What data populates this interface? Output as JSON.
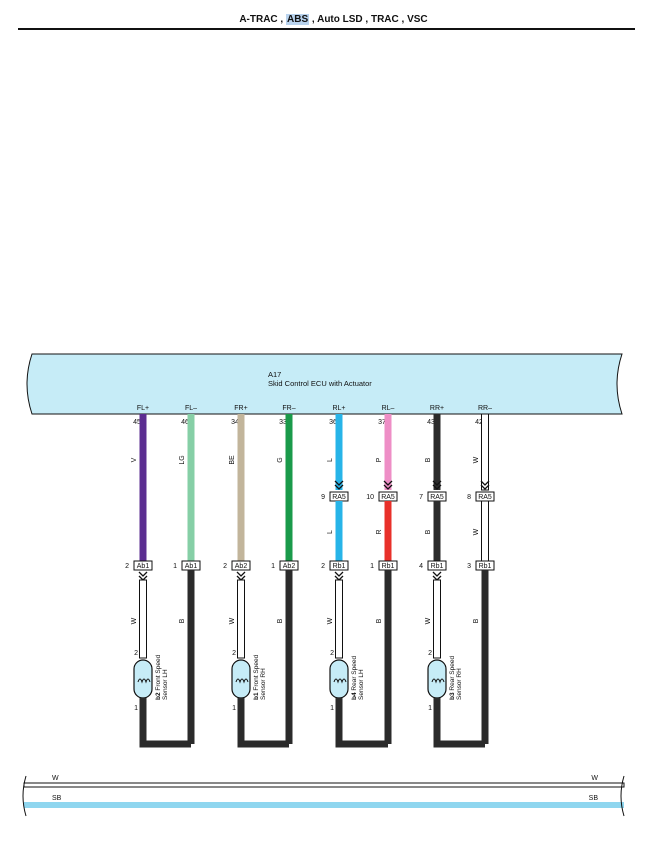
{
  "header": {
    "part1": "A-TRAC ,",
    "highlight": "ABS",
    "part2": ", Auto LSD , TRAC , VSC"
  },
  "ecu": {
    "code": "A17",
    "name": "Skid Control ECU with Actuator",
    "fill": "#c6ecf7"
  },
  "channels": [
    {
      "terminal": "FL+",
      "pin": "45",
      "wire_top": "V",
      "top_color": "#5b2d91",
      "joint": null,
      "conn": "Ab1",
      "conn_pin": "2",
      "wire_bot": "W",
      "bot_color": "#ffffff"
    },
    {
      "terminal": "FL–",
      "pin": "46",
      "wire_top": "LG",
      "top_color": "#86cfa6",
      "joint": null,
      "conn": "Ab1",
      "conn_pin": "1",
      "wire_bot": "B",
      "bot_color": "#2b2b2b"
    },
    {
      "terminal": "FR+",
      "pin": "34",
      "wire_top": "BE",
      "top_color": "#c2b59b",
      "joint": null,
      "conn": "Ab2",
      "conn_pin": "2",
      "wire_bot": "W",
      "bot_color": "#ffffff"
    },
    {
      "terminal": "FR–",
      "pin": "33",
      "wire_top": "G",
      "top_color": "#1a9a4a",
      "joint": null,
      "conn": "Ab2",
      "conn_pin": "1",
      "wire_bot": "B",
      "bot_color": "#2b2b2b"
    },
    {
      "terminal": "RL+",
      "pin": "36",
      "wire_top": "L",
      "top_color": "#27b4e8",
      "joint": {
        "label": "RA5",
        "pin": "9",
        "wire": "L",
        "color": "#27b4e8"
      },
      "conn": "Rb1",
      "conn_pin": "2",
      "wire_bot": "W",
      "bot_color": "#ffffff"
    },
    {
      "terminal": "RL–",
      "pin": "37",
      "wire_top": "P",
      "top_color": "#ee8ec6",
      "joint": {
        "label": "RA5",
        "pin": "10",
        "wire": "R",
        "color": "#e8302a"
      },
      "conn": "Rb1",
      "conn_pin": "1",
      "wire_bot": "B",
      "bot_color": "#2b2b2b"
    },
    {
      "terminal": "RR+",
      "pin": "43",
      "wire_top": "B",
      "top_color": "#2b2b2b",
      "joint": {
        "label": "RA5",
        "pin": "7",
        "wire": "B",
        "color": "#2b2b2b"
      },
      "conn": "Rb1",
      "conn_pin": "4",
      "wire_bot": "W",
      "bot_color": "#ffffff"
    },
    {
      "terminal": "RR–",
      "pin": "42",
      "wire_top": "W",
      "top_color": "#ffffff",
      "joint": {
        "label": "RA5",
        "pin": "8",
        "wire": "W",
        "color": "#ffffff"
      },
      "conn": "Rb1",
      "conn_pin": "3",
      "wire_bot": "B",
      "bot_color": "#2b2b2b"
    }
  ],
  "sensors": [
    {
      "code": "b2",
      "name_line1": "Front Speed",
      "name_line2": "Sensor LH",
      "pin_top": "2",
      "pin_bot": "1"
    },
    {
      "code": "b1",
      "name_line1": "Front Speed",
      "name_line2": "Sensor RH",
      "pin_top": "2",
      "pin_bot": "1"
    },
    {
      "code": "b4",
      "name_line1": "Rear Speed",
      "name_line2": "Sensor LH",
      "pin_top": "2",
      "pin_bot": "1"
    },
    {
      "code": "b3",
      "name_line1": "Rear Speed",
      "name_line2": "Sensor RH",
      "pin_top": "2",
      "pin_bot": "1"
    }
  ],
  "bus": [
    {
      "label": "W",
      "color": "#ffffff"
    },
    {
      "label": "SB",
      "color": "#8fd6ef"
    }
  ]
}
